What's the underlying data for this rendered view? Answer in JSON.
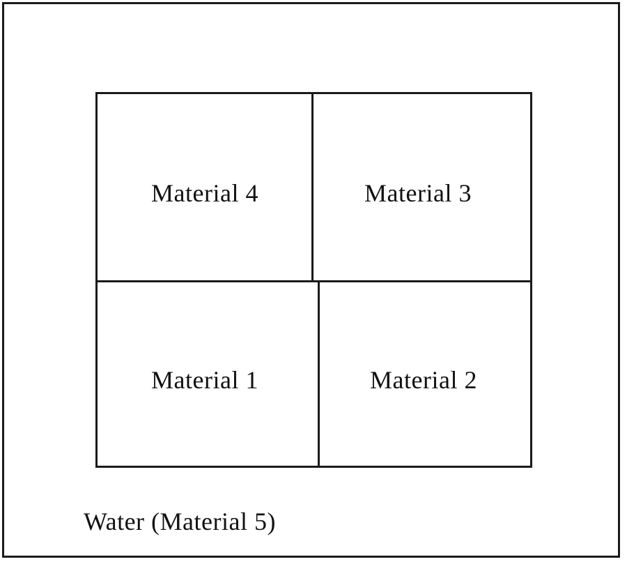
{
  "diagram": {
    "cells": {
      "top_left": "Material 4",
      "top_right": "Material 3",
      "bottom_left": "Material 1",
      "bottom_right": "Material 2"
    },
    "surrounding_label": "Water (Material 5)"
  }
}
